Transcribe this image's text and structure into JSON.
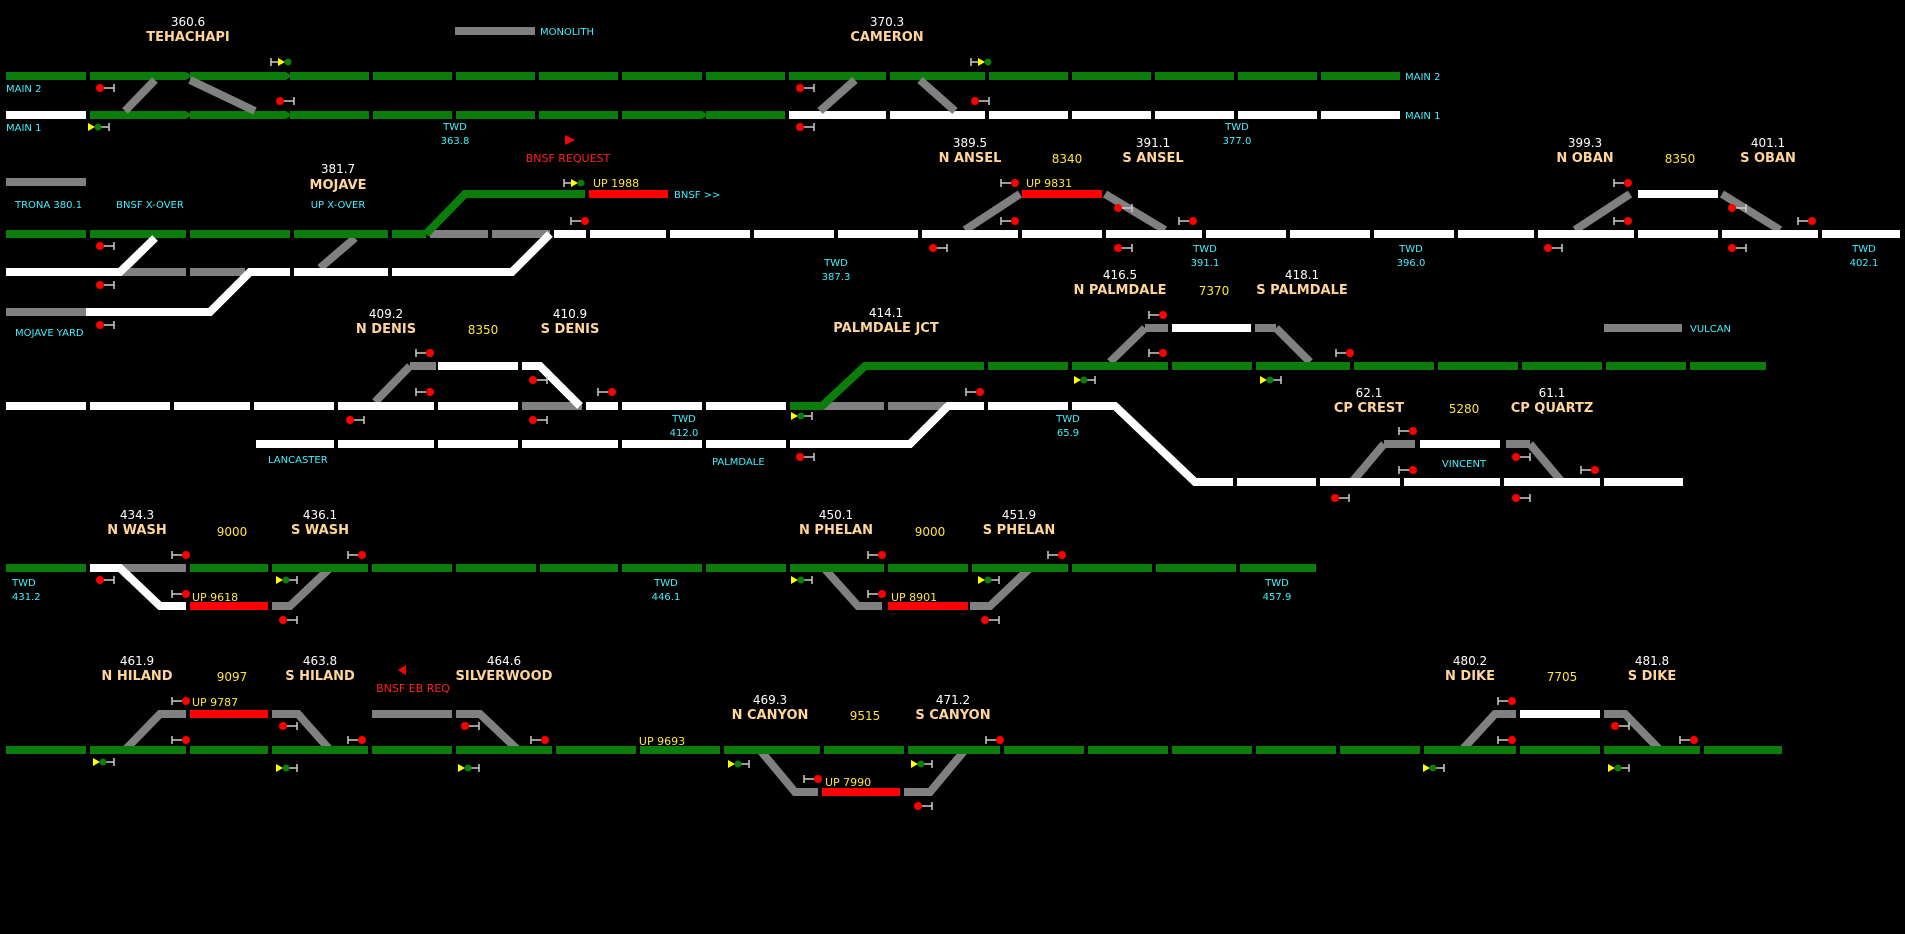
{
  "colors": {
    "occupied": "#0a7d0a",
    "clear": "#ffffff",
    "aligned": "#808080",
    "route": "#ff0000",
    "signal_stop": "#ff0000",
    "signal_clear": "#ffff00",
    "label": "#3ff0ff",
    "station": "#ffd59a",
    "siding_length": "#ffe43c"
  },
  "icons": {
    "signal": "signal-icon",
    "arrow": "arrow-icon"
  },
  "stations": [
    {
      "name": "TEHACHAPI",
      "mp": "360.6"
    },
    {
      "name": "CAMERON",
      "mp": "370.3"
    },
    {
      "name": "MOJAVE",
      "mp": "381.7"
    },
    {
      "name": "N ANSEL",
      "mp": "389.5"
    },
    {
      "name": "S ANSEL",
      "mp": "391.1"
    },
    {
      "name": "N OBAN",
      "mp": "399.3"
    },
    {
      "name": "S OBAN",
      "mp": "401.1"
    },
    {
      "name": "N PALMDALE",
      "mp": "416.5"
    },
    {
      "name": "S PALMDALE",
      "mp": "418.1"
    },
    {
      "name": "N DENIS",
      "mp": "409.2"
    },
    {
      "name": "S DENIS",
      "mp": "410.9"
    },
    {
      "name": "PALMDALE JCT",
      "mp": "414.1"
    },
    {
      "name": "CP CREST",
      "mp": "62.1"
    },
    {
      "name": "CP QUARTZ",
      "mp": "61.1"
    },
    {
      "name": "N WASH",
      "mp": "434.3"
    },
    {
      "name": "S WASH",
      "mp": "436.1"
    },
    {
      "name": "N PHELAN",
      "mp": "450.1"
    },
    {
      "name": "S PHELAN",
      "mp": "451.9"
    },
    {
      "name": "N HILAND",
      "mp": "461.9"
    },
    {
      "name": "S HILAND",
      "mp": "463.8"
    },
    {
      "name": "SILVERWOOD",
      "mp": "464.6"
    },
    {
      "name": "N CANYON",
      "mp": "469.3"
    },
    {
      "name": "S CANYON",
      "mp": "471.2"
    },
    {
      "name": "N DIKE",
      "mp": "480.2"
    },
    {
      "name": "S DIKE",
      "mp": "481.8"
    }
  ],
  "labels": {
    "monolith": "MONOLITH",
    "main2": "MAIN 2",
    "main1": "MAIN 1",
    "main2_r": "MAIN 2",
    "main1_r": "MAIN 1",
    "trona": "TRONA 380.1",
    "bnsf_xover": "BNSF X-OVER",
    "up_xover": "UP X-OVER",
    "mojave_yard": "MOJAVE YARD",
    "bnsf_arrow": "BNSF >>",
    "lancaster": "LANCASTER",
    "palmdale": "PALMDALE",
    "vulcan": "VULCAN",
    "vincent": "VINCENT"
  },
  "twd": [
    {
      "t": "TWD",
      "v": "363.8"
    },
    {
      "t": "TWD",
      "v": "377.0"
    },
    {
      "t": "TWD",
      "v": "387.3"
    },
    {
      "t": "TWD",
      "v": "391.1"
    },
    {
      "t": "TWD",
      "v": "396.0"
    },
    {
      "t": "TWD",
      "v": "402.1"
    },
    {
      "t": "TWD",
      "v": "412.0"
    },
    {
      "t": "TWD",
      "v": "65.9"
    },
    {
      "t": "TWD",
      "v": "431.2"
    },
    {
      "t": "TWD",
      "v": "446.1"
    },
    {
      "t": "TWD",
      "v": "457.9"
    }
  ],
  "sidings": {
    "ansel": "8340",
    "oban": "8350",
    "palmdale": "7370",
    "denis": "8350",
    "vincent": "5280",
    "wash": "9000",
    "phelan": "9000",
    "hiland": "9097",
    "canyon": "9515",
    "dike": "7705"
  },
  "trains": {
    "t1988": "UP 1988",
    "t9831": "UP 9831",
    "t9618": "UP 9618",
    "t8901": "UP 8901",
    "t9787": "UP 9787",
    "t9693": "UP 9693",
    "t7990": "UP 7990"
  },
  "requests": {
    "bnsf": "BNSF REQUEST",
    "bnsf_eb": "BNSF EB REQ"
  }
}
